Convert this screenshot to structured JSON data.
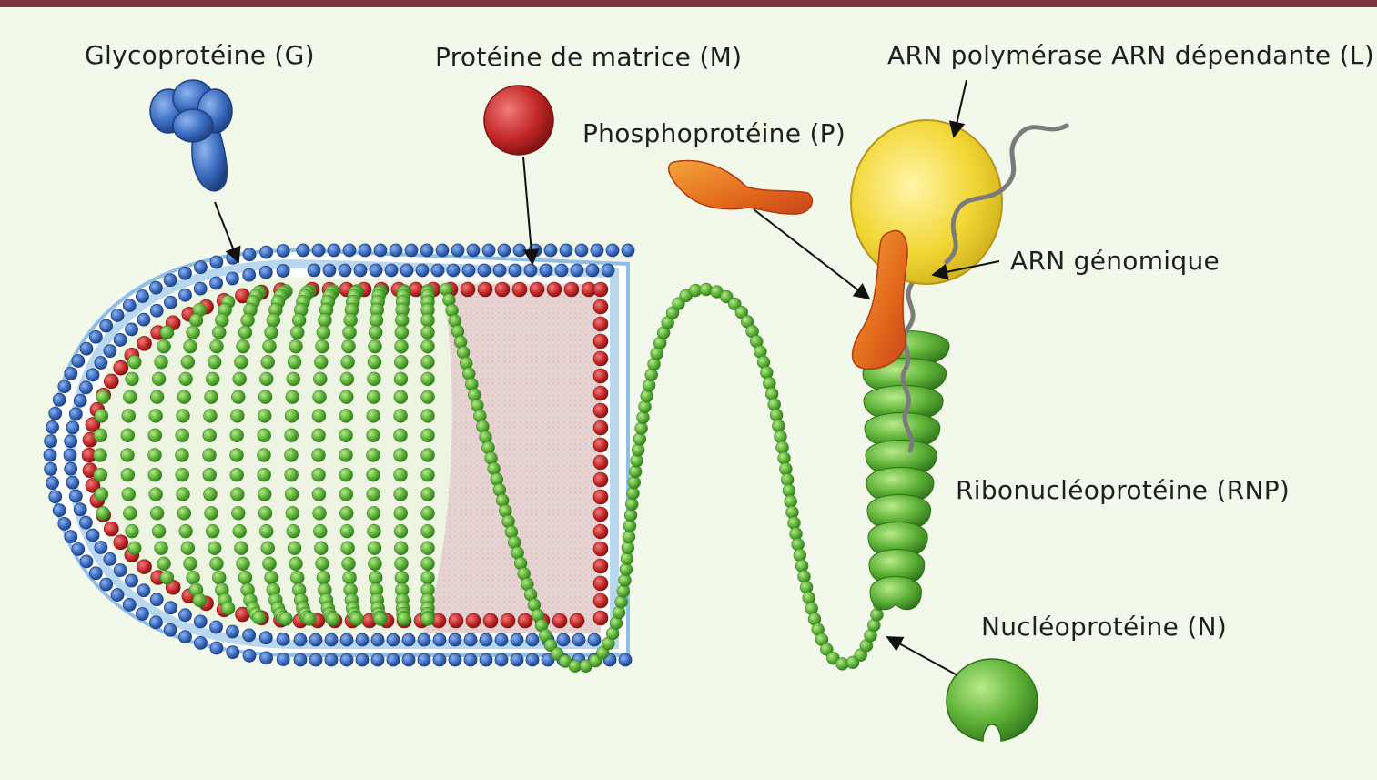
{
  "labels": {
    "glycoprotein": "Glycoprotéine (G)",
    "matrix": "Protéine de matrice (M)",
    "polymerase": "ARN polymérase ARN dépendante (L)",
    "phosphoprotein": "Phosphoprotéine (P)",
    "genomic_rna": "ARN génomique",
    "rnp": "Ribonucléoprotéine (RNP)",
    "nucleoprotein": "Nucléoprotéine (N)"
  },
  "colors": {
    "background": "#f3f9ea",
    "header_rule": "#7a3440",
    "glycoprotein": "#3a6bbf",
    "matrix": "#c42828",
    "nucleoprotein": "#5fb338",
    "phosphoprotein": "#e2681c",
    "polymerase": "#f2d634",
    "rna": "#7b7b7b",
    "lumen": "#e6d3d1"
  }
}
